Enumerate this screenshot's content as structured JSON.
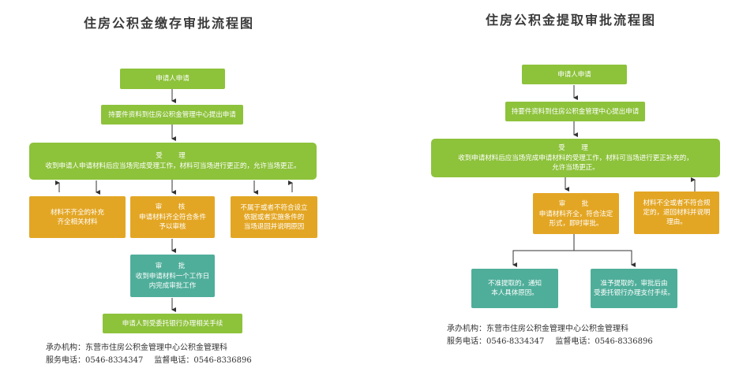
{
  "left": {
    "title": "住房公积金缴存审批流程图",
    "apply": "申请人申请",
    "submit": "持要件资料到住房公积金管理中心提出申请",
    "accept_head": "受　理",
    "accept_text": "收到申请人申请材料后应当场完成受理工作，材料可当场进行更正的，允许当场更正。",
    "incomplete_1": "材料不齐全的补充",
    "incomplete_2": "齐全相关材料",
    "review_head": "审　核",
    "review_1": "申请材料齐全符合条件",
    "review_2": "予以审核",
    "reject_1": "不属于或者不符合设立",
    "reject_2": "依据或者实施条件的",
    "reject_3": "当场退回并说明原因",
    "approve_head": "审　批",
    "approve_1": "收到申请材料一个工作日",
    "approve_2": "内完成审批工作",
    "bank": "申请人到受委托银行办理相关手续",
    "footer_org": "承办机构：东营市住房公积金管理中心公积金管理科",
    "footer_phone": "服务电话：0546-8334347",
    "footer_supervise": "监督电话：0546-8336896"
  },
  "right": {
    "title": "住房公积金提取审批流程图",
    "apply": "申请人申请",
    "submit": "持要件资料到住房公积金管理中心提出申请",
    "accept_head": "受　理",
    "accept_1": "收到申请材料后应当场完成申请材料的受理工作，材料可当场进行更正补充的，",
    "accept_2": "允许当场更正。",
    "approve_head": "审　批",
    "approve_1": "申请材料齐全，符合法定",
    "approve_2": "形式，即时审批。",
    "incomplete_1": "材料不全或者不符合规",
    "incomplete_2": "定的，退回材料并说明",
    "incomplete_3": "理由。",
    "deny_1": "不准提取的，通知",
    "deny_2": "本人具体原因。",
    "allow_1": "准予提取的，审批后由",
    "allow_2": "受委托银行办理支付手续。",
    "footer_org": "承办机构：东营市住房公积金管理中心公积金管理科",
    "footer_phone": "服务电话：0546-8334347",
    "footer_supervise": "监督电话：0546-8336896"
  },
  "colors": {
    "green": "#8dc23b",
    "orange": "#e3a624",
    "teal": "#4fae9a"
  }
}
